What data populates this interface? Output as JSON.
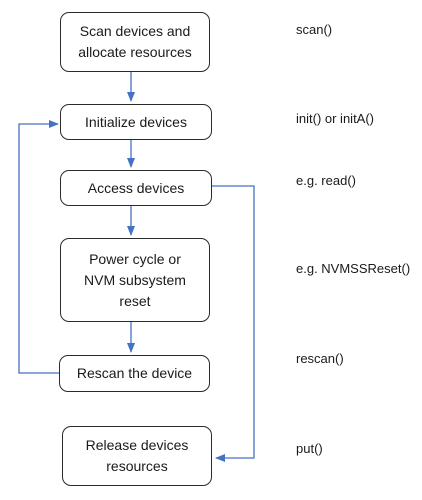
{
  "steps": [
    {
      "text": "Scan devices and\nallocate resources",
      "func": "scan()"
    },
    {
      "text": "Initialize devices",
      "func": "init() or initA()"
    },
    {
      "text": "Access devices",
      "func": "e.g. read()"
    },
    {
      "text": "Power cycle or\nNVM subsystem\nreset",
      "func": "e.g. NVMSSReset()"
    },
    {
      "text": "Rescan the device",
      "func": "rescan()"
    },
    {
      "text": "Release devices\nresources",
      "func": "put()"
    }
  ],
  "colors": {
    "arrow": "#4472c4",
    "border": "#2b2b2b",
    "text": "#1a1a1a"
  }
}
